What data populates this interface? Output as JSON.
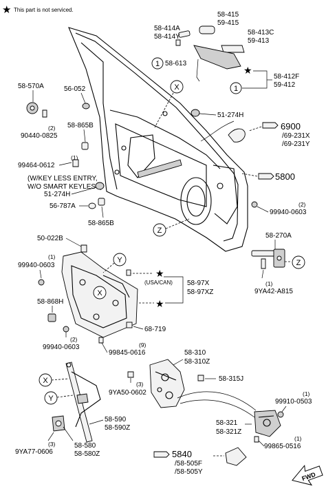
{
  "header": {
    "note": "This part is not serviced."
  },
  "callouts": {
    "x": "X",
    "y": "Y",
    "z": "Z",
    "one": "1"
  },
  "labels": {
    "p58_415": "58-415",
    "p59_415": "59-415",
    "p58_414a": "58-414A",
    "p58_414y": "58-414Y",
    "p58_413c": "58-413C",
    "p59_413": "59-413",
    "p58_613": "58-613",
    "p58_412f": "58-412F",
    "p59_412": "59-412",
    "p58_570a": "58-570A",
    "p56_052": "56-052",
    "p90440_qty": "(2)",
    "p90440": "90440-0825",
    "p58_865b_a": "58-865B",
    "p51_274h_a": "51-274H",
    "p6900": "6900",
    "p69_231x": "/69-231X",
    "p69_231y": "/69-231Y",
    "p99464_qty": "(1)",
    "p99464": "99464-0612",
    "keyless_note_1": "(W/KEY LESS ENTRY,",
    "keyless_note_2": "W/O SMART KEYLESS)",
    "p51_274h_b": "51-274H",
    "p5800": "5800",
    "p56_787a": "56-787A",
    "p58_865b_b": "58-865B",
    "p99940_a_qty": "(2)",
    "p99940_a": "99940-0603",
    "p50_022b": "50-022B",
    "p58_270a": "58-270A",
    "p99940_b_qty": "(1)",
    "p99940_b": "99940-0603",
    "usa_can": "(USA/CAN)",
    "p58_97x": "58-97X",
    "p58_97xz": "58-97XZ",
    "p9ya42_qty": "(1)",
    "p9ya42": "9YA42-A815",
    "p58_868h": "58-868H",
    "p68_719": "68-719",
    "p99940_c_qty": "(2)",
    "p99940_c": "99940-0603",
    "p99845_qty": "(9)",
    "p99845": "99845-0616",
    "p58_310": "58-310",
    "p58_310z": "58-310Z",
    "p9ya50_qty": "(3)",
    "p9ya50": "9YA50-0602",
    "p58_315j": "58-315J",
    "p99910_qty": "(1)",
    "p99910": "99910-0503",
    "p58_590": "58-590",
    "p58_590z": "58-590Z",
    "p58_321": "58-321",
    "p58_321z": "58-321Z",
    "p9ya77_qty": "(3)",
    "p9ya77": "9YA77-0606",
    "p58_580": "58-580",
    "p58_580z": "58-580Z",
    "p99865_qty": "(1)",
    "p99865": "99865-0516",
    "p5840": "5840",
    "p58_505f": "/58-505F",
    "p58_505y": "/58-505Y",
    "fwd": "FWD"
  }
}
